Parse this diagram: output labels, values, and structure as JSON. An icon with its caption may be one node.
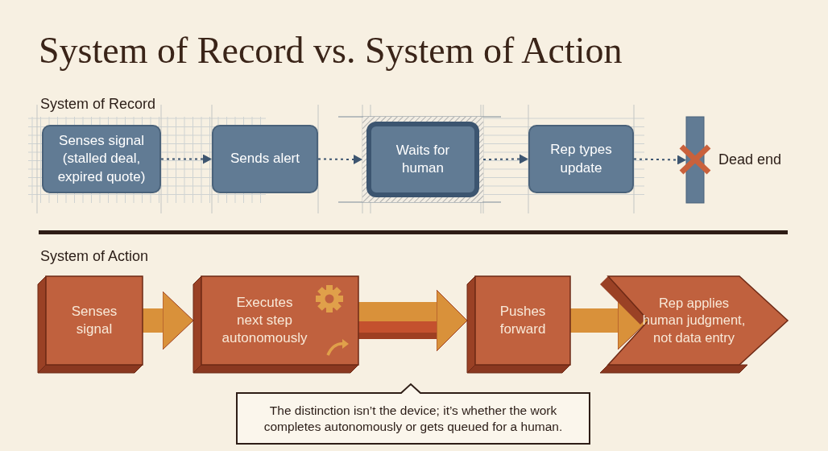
{
  "diagram": {
    "title": "System of Record vs. System of Action",
    "nodes": [
      {
        "text": [
          "Senses signal (stalled deal, expired quote)"
        ]
      },
      {
        "text": [
          "Sends alert"
        ]
      },
      {
        "text": [
          "Waits for human"
        ]
      },
      {
        "text": [
          "Rep types update"
        ]
      },
      {
        "text": [],
        "shape": "bar",
        "beside": [
          "Dead end"
        ]
      },
      {
        "text": [
          "Senses signal"
        ]
      },
      {
        "text": [
          "Executes next step autonomously"
        ]
      },
      {
        "text": [
          "Pushes forward"
        ]
      },
      {
        "text": [
          "Rep applies human judgment, not data entry"
        ]
      },
      {
        "text": [
          "The distinction isn’t the device; it’s whether the work completes autonomously or gets queued for a human."
        ]
      }
    ],
    "edges": [
      {
        "from": 0,
        "to": 1,
        "arrow": "to",
        "style": "dashed"
      },
      {
        "from": 1,
        "to": 2,
        "arrow": "to",
        "style": "dashed"
      },
      {
        "from": 2,
        "to": 3,
        "arrow": "to",
        "style": "dashed"
      },
      {
        "from": 3,
        "to": 4,
        "arrow": "to",
        "style": "dashed"
      },
      {
        "from": 5,
        "to": 6,
        "arrow": "to",
        "style": "thick",
        "color": "#d9913a"
      },
      {
        "from": 6,
        "to": 7,
        "arrow": "to",
        "style": "thick",
        "color": "#d9913a"
      },
      {
        "from": 7,
        "to": 8,
        "arrow": "to",
        "style": "thick",
        "color": "#d9913a"
      }
    ],
    "labels": [
      "System of Record",
      "System of Action"
    ]
  }
}
